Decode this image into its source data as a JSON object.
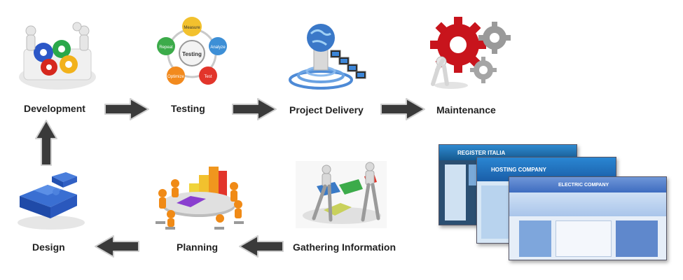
{
  "steps": {
    "development": "Development",
    "testing": "Testing",
    "project_delivery": "Project Delivery",
    "maintenance": "Maintenance",
    "design": "Design",
    "planning": "Planning",
    "gathering_information": "Gathering Information"
  },
  "testing_cycle": {
    "center": "Testing",
    "measure": "Measure",
    "analyze": "Analyze",
    "test": "Test",
    "optimize": "Optimize",
    "repeat": "Repeat"
  },
  "website_mockups": {
    "site_1": "REGISTER ITALIA",
    "site_2": "HOSTING COMPANY",
    "site_3": "ELECTRIC COMPANY"
  },
  "colors": {
    "arrow": "#3a3a3a",
    "gear_red": "#c8141c",
    "gear_grey": "#9a9a9a",
    "puzzle_blue": "#2f5fc4",
    "globe_blue": "#3a78c8"
  }
}
